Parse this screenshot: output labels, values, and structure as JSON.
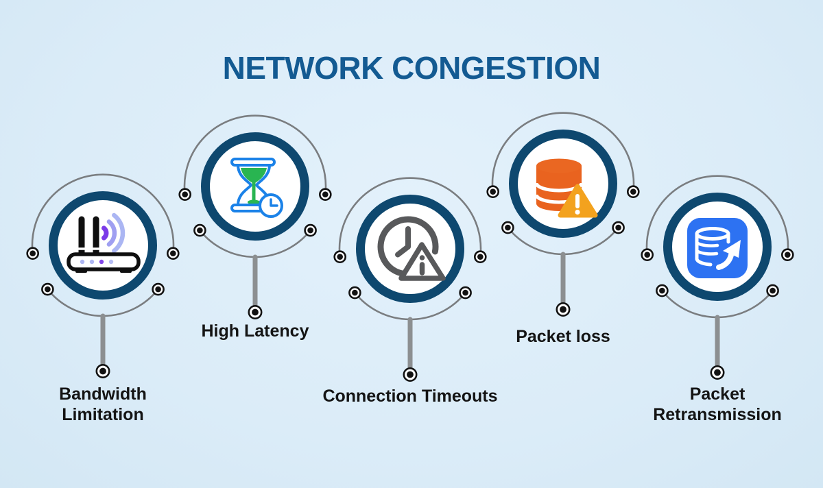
{
  "title": "NETWORK CONGESTION",
  "colors": {
    "background": "#dbecf8",
    "title_blue": "#135a92",
    "ring_navy": "#0e486f",
    "arc_gray": "#7a7d80",
    "stem_gray": "#8c8f91",
    "dot_black": "#121212",
    "label_text": "#141414",
    "wifi_purple": "#7b3ae8",
    "wifi_periwinkle": "#abb6f3",
    "hourglass_blue": "#1b82e8",
    "sand_green": "#29b551",
    "timeout_gray": "#58595b",
    "db_orange": "#e9631f",
    "warning_amber": "#f3a21e",
    "app_blue": "#2d72f2"
  },
  "items": [
    {
      "id": "bandwidth-limitation",
      "icon": "wifi-router-icon",
      "label_line1": "Bandwidth",
      "label_line2": "Limitation"
    },
    {
      "id": "high-latency",
      "icon": "hourglass-clock-icon",
      "label_line1": "High Latency"
    },
    {
      "id": "connection-timeouts",
      "icon": "clock-warning-icon",
      "label_line1": "Connection Timeouts"
    },
    {
      "id": "packet-loss",
      "icon": "database-warning-icon",
      "label_line1": "Packet loss"
    },
    {
      "id": "packet-retransmission",
      "icon": "database-retry-icon",
      "label_line1": "Packet",
      "label_line2": "Retransmission"
    }
  ]
}
